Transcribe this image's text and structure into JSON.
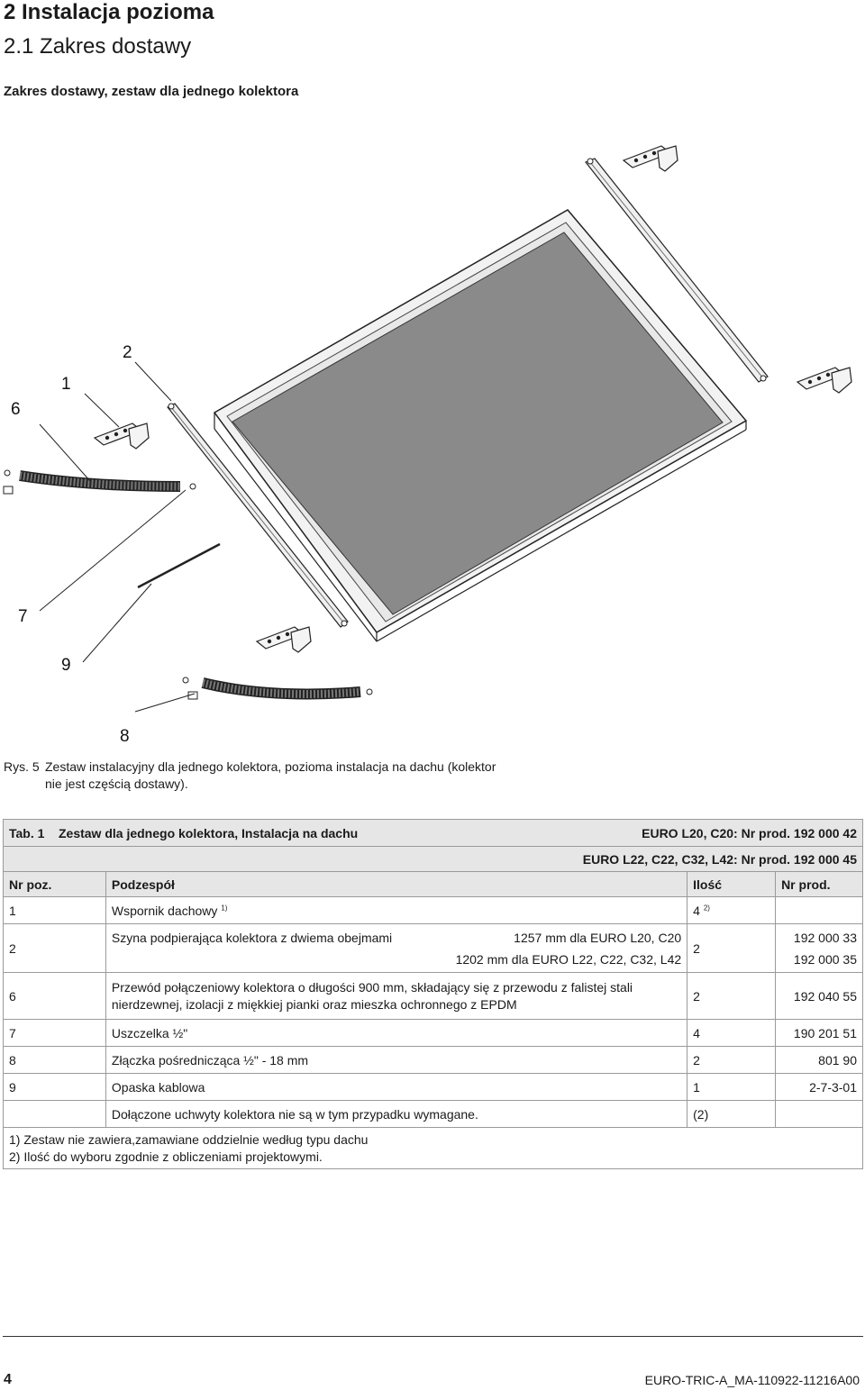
{
  "heading": {
    "section": "2 Instalacja pozioma",
    "subsection": "2.1 Zakres dostawy",
    "subtitle": "Zakres dostawy, zestaw dla jednego kolektora"
  },
  "figure": {
    "labels": [
      "6",
      "1",
      "2",
      "7",
      "9",
      "8"
    ],
    "caption_num": "Rys. 5",
    "caption_line1": "Zestaw instalacyjny dla jednego kolektora, pozioma instalacja na dachu (kolektor",
    "caption_line2": "nie jest częścią dostawy).",
    "colors": {
      "panel": "#8a8a8a",
      "frame": "#f2f2f2",
      "stroke": "#222222"
    }
  },
  "table": {
    "tab_num": "Tab. 1",
    "tab_title": "Zestaw dla jednego kolektora,  Instalacja na dachu",
    "product_1": "EURO L20, C20: Nr prod. 192 000 42",
    "product_2": "EURO L22, C22, C32, L42: Nr prod. 192 000 45",
    "col_pos": "Nr poz.",
    "col_part": "Podzespół",
    "col_qty": "Ilość",
    "col_prod": "Nr prod.",
    "row1": {
      "pos": "1",
      "part": "Wspornik dachowy",
      "part_sup": "1)",
      "qty": "4",
      "qty_sup": "2)",
      "prod": ""
    },
    "row2": {
      "pos": "2",
      "part": "Szyna podpierająca kolektora z dwiema obejmami",
      "variant_1": "1257 mm dla EURO L20, C20",
      "variant_2": "1202 mm dla EURO L22, C22, C32, L42",
      "qty": "2",
      "prod_1": "192 000 33",
      "prod_2": "192 000 35"
    },
    "row3": {
      "pos": "6",
      "part_1": "Przewód połączeniowy kolektora o długości 900 mm, składający się z przewodu z falistej stali",
      "part_2": "nierdzewnej, izolacji z miękkiej pianki oraz mieszka ochronnego z EPDM",
      "qty": "2",
      "prod": "192 040 55"
    },
    "row4": {
      "pos": "7",
      "part": "Uszczelka ½\"",
      "qty": "4",
      "prod": "190 201 51"
    },
    "row5": {
      "pos": "8",
      "part": "Złączka pośrednicząca ½\" - 18 mm",
      "qty": "2",
      "prod": "801 90"
    },
    "row6": {
      "pos": "9",
      "part": "Opaska kablowa",
      "qty": "1",
      "prod": "2-7-3-01"
    },
    "row7": {
      "pos": "",
      "part": "Dołączone uchwyty kolektora nie są w tym przypadku wymagane.",
      "qty": "(2)",
      "prod": ""
    },
    "note_1": "1) Zestaw nie zawiera,zamawiane oddzielnie według typu dachu",
    "note_2": "2) Ilość do wyboru zgodnie z obliczeniami projektowymi."
  },
  "footer": {
    "page": "4",
    "doc_code": "EURO-TRIC-A_MA-110922-11216A00"
  }
}
